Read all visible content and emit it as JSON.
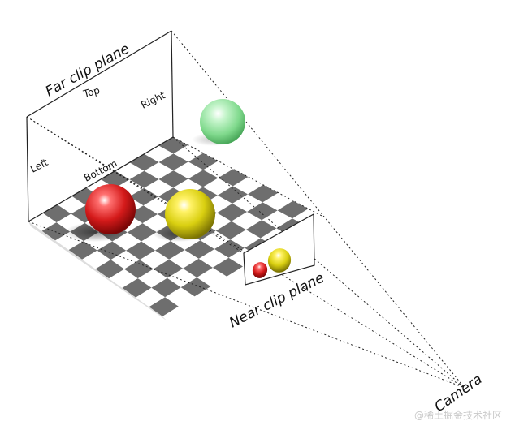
{
  "labels": {
    "far_clip_plane": "Far clip plane",
    "near_clip_plane": "Near clip plane",
    "camera": "Camera",
    "top": "Top",
    "right": "Right",
    "left": "Left",
    "bottom": "Bottom"
  },
  "watermark": "@稀土掘金技术社区",
  "colors": {
    "sphere_red": "#d41a1a",
    "sphere_yellow": "#d9cf10",
    "sphere_green": "#7fd98c",
    "checker_dark": "#6e6e6e",
    "checker_light": "#ffffff",
    "frustum_line": "#222222"
  }
}
